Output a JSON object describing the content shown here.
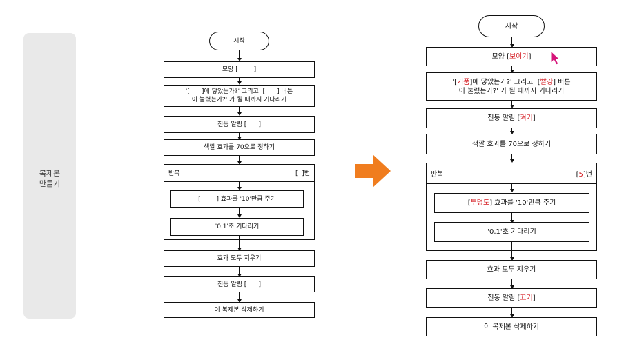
{
  "sidebar": {
    "label": "복제본\n만들기"
  },
  "colors": {
    "accent_arrow": "#f07d1f",
    "highlight_text": "#d4181f",
    "cursor": "#d6147a"
  },
  "left_flow": {
    "start": "시작",
    "shape_prefix": "모양 [",
    "shape_blank": "        ",
    "shape_suffix": "]",
    "wait_pre1": "'[",
    "wait_blank1": "      ",
    "wait_mid": "]에 닿았는가?' 그리고  [",
    "wait_blank2": "      ",
    "wait_post": "] 버튼\n이 눌렸는가?' 가 될 때까지 기다리기",
    "vib1_prefix": "진동 알림 [",
    "vib1_blank": "      ",
    "vib1_suffix": "]",
    "color_effect": "색깔 효과를 70으로 정하기",
    "loop_label": "반복",
    "loop_count_prefix": "[",
    "loop_count_blank": "  ",
    "loop_count_suffix": "]번",
    "effect_prefix": "[",
    "effect_blank": "        ",
    "effect_suffix": "] 효과를 '10'만큼 주기",
    "wait_sec": "'0.1'초 기다리기",
    "clear_effects": "효과 모두 지우기",
    "vib2_prefix": "진동 알림 [",
    "vib2_blank": "      ",
    "vib2_suffix": "]",
    "delete_clone": "이 복제본 삭제하기"
  },
  "right_flow": {
    "start": "시작",
    "shape_prefix": "모양 [",
    "shape_value": "보이기",
    "shape_suffix": "]",
    "wait_pre1": "'[",
    "wait_value1": "거품",
    "wait_mid": "]에 닿았는가?' 그리고  [",
    "wait_value2": "빨강",
    "wait_post": "] 버튼\n이 눌렸는가?' 가 될 때까지 기다리기",
    "vib1_prefix": "진동 알림 [",
    "vib1_value": "켜기",
    "vib1_suffix": "]",
    "color_effect": "색깔 효과를 70으로 정하기",
    "loop_label": "반복",
    "loop_count_prefix": "[",
    "loop_count_value": "5",
    "loop_count_suffix": "]번",
    "effect_prefix": "[",
    "effect_value": "투명도",
    "effect_suffix": "] 효과를 '10'만큼 주기",
    "wait_sec": "'0.1'초 기다리기",
    "clear_effects": "효과 모두 지우기",
    "vib2_prefix": "진동 알림 [",
    "vib2_value": "끄기",
    "vib2_suffix": "]",
    "delete_clone": "이 복제본 삭제하기"
  }
}
